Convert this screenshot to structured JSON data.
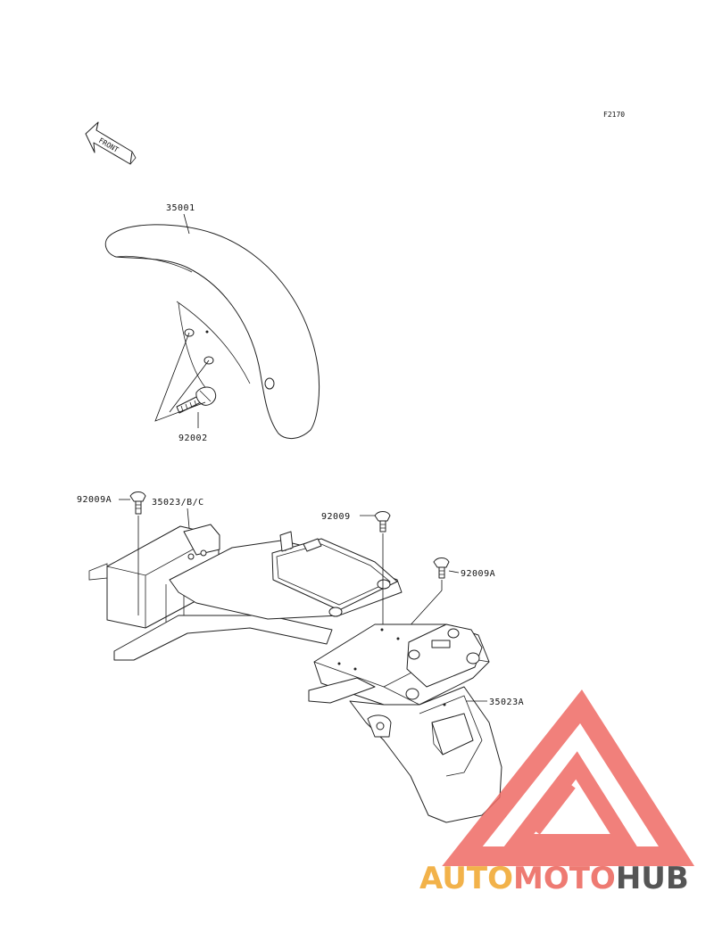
{
  "figure_code": "F2170",
  "front_label": "FRONT",
  "callouts": {
    "front_fender": "35001",
    "fender_bolt": "92002",
    "bolt_a": "92009A",
    "rear_fender_a": "35023/B/C",
    "bolt_mid": "92009",
    "bolt_right": "92009A",
    "rear_fender_b": "35023A"
  },
  "watermark": {
    "part1": "AUTO",
    "part2": "MOTO",
    "part3": "HUB",
    "color1": "#f2b24a",
    "color2": "#ee7a72",
    "color3": "#555555",
    "triangle_color": "#ef6b64"
  }
}
